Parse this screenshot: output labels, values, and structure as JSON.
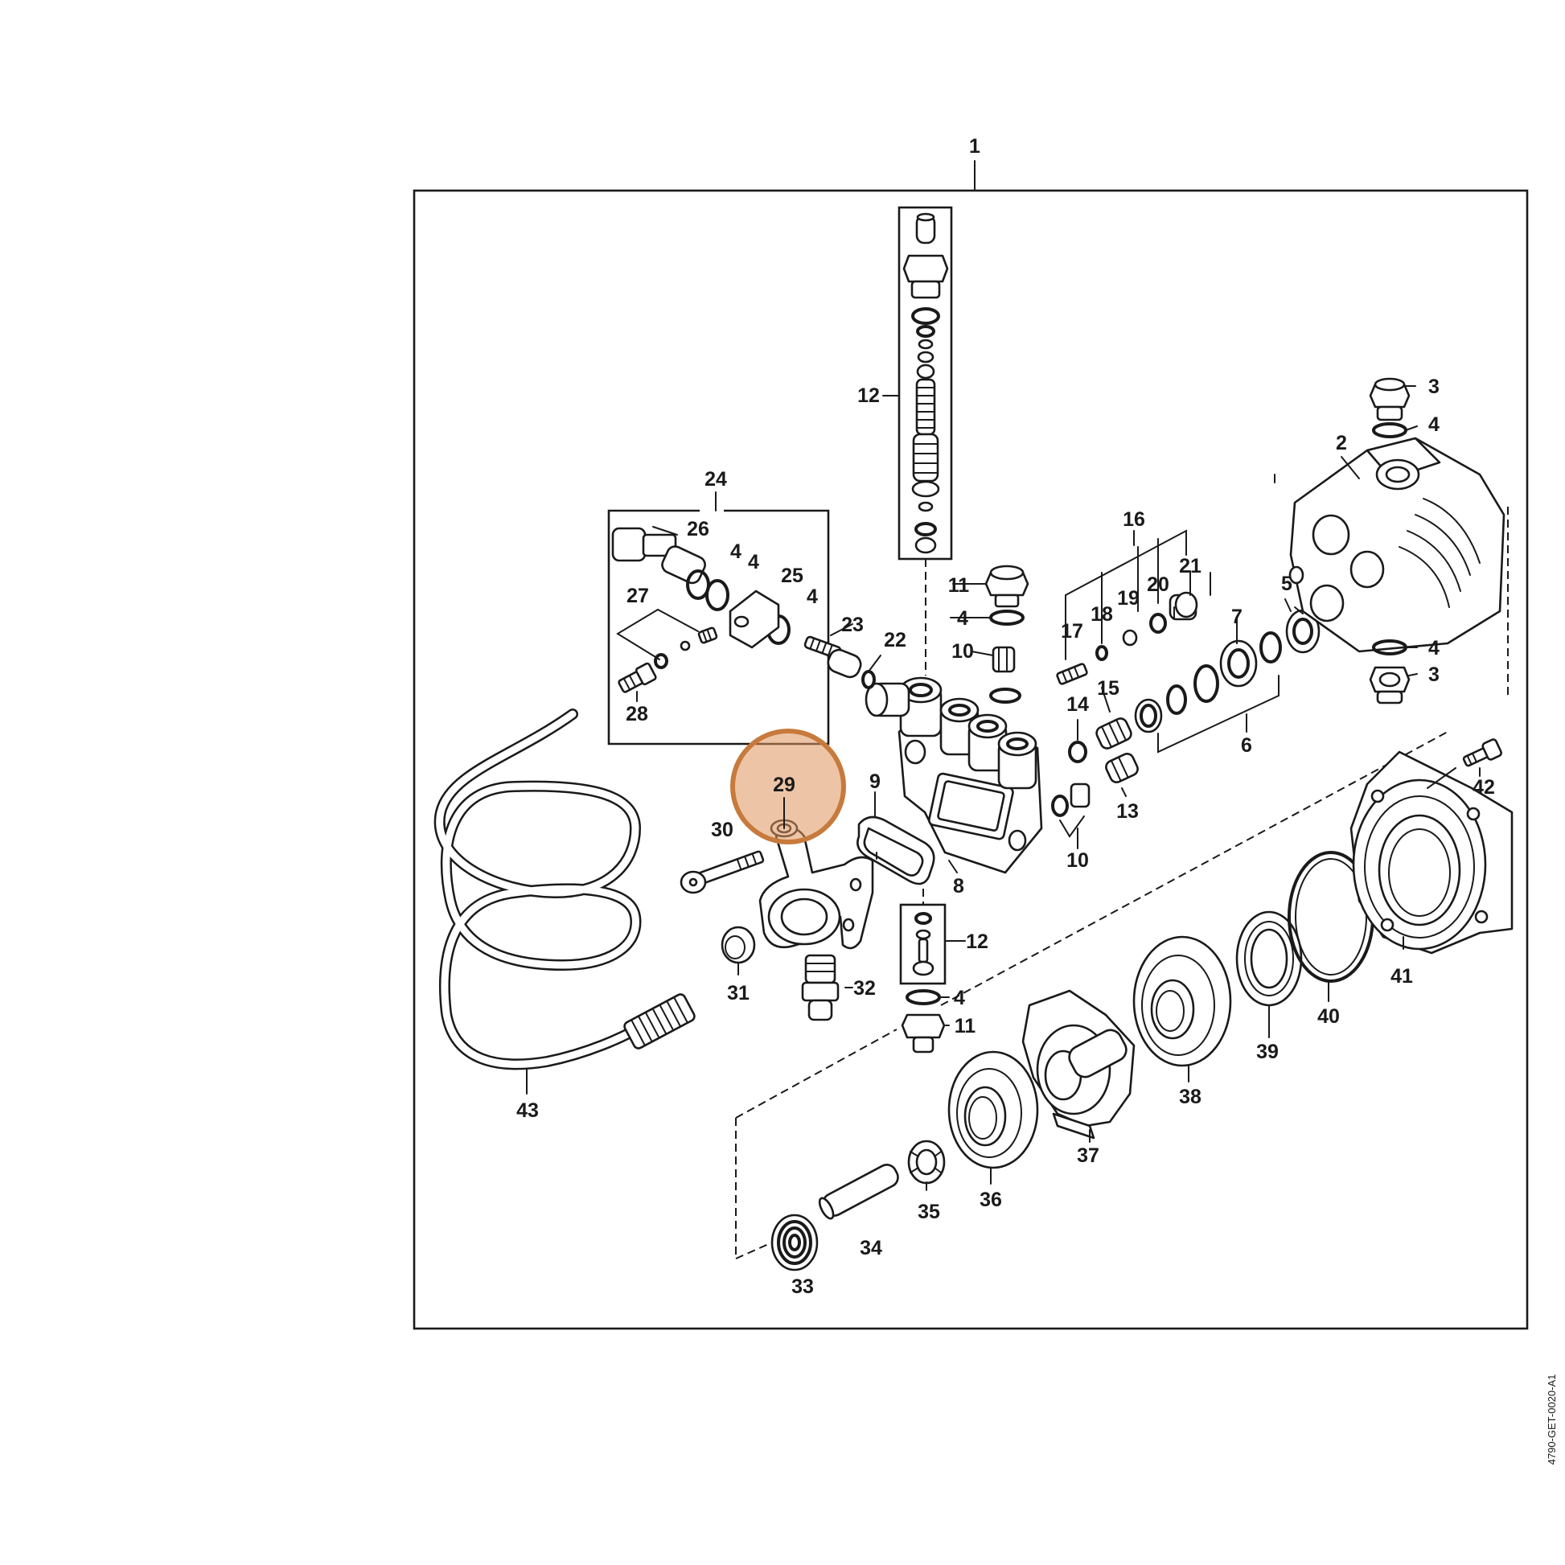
{
  "diagram": {
    "reference_code": "4790-GET-0020-A1",
    "highlighted_part": "29",
    "highlight_color": "#de965c",
    "part_labels": {
      "p1": "1",
      "p2": "2",
      "p3a": "3",
      "p3b": "3",
      "p4a": "4",
      "p4b": "4",
      "p4c": "4",
      "p4d": "4",
      "p4e": "4",
      "p4f": "4",
      "p4g": "4",
      "p5": "5",
      "p6": "6",
      "p7": "7",
      "p8": "8",
      "p9": "9",
      "p10a": "10",
      "p10b": "10",
      "p11a": "11",
      "p11b": "11",
      "p12a": "12",
      "p12b": "12",
      "p13": "13",
      "p14": "14",
      "p15": "15",
      "p16": "16",
      "p17": "17",
      "p18": "18",
      "p19": "19",
      "p20": "20",
      "p21": "21",
      "p22": "22",
      "p23": "23",
      "p24": "24",
      "p25": "25",
      "p26": "26",
      "p27": "27",
      "p28": "28",
      "p29": "29",
      "p30": "30",
      "p31": "31",
      "p32": "32",
      "p33": "33",
      "p34": "34",
      "p35": "35",
      "p36": "36",
      "p37": "37",
      "p38": "38",
      "p39": "39",
      "p40": "40",
      "p41": "41",
      "p42": "42",
      "p43": "43"
    }
  }
}
